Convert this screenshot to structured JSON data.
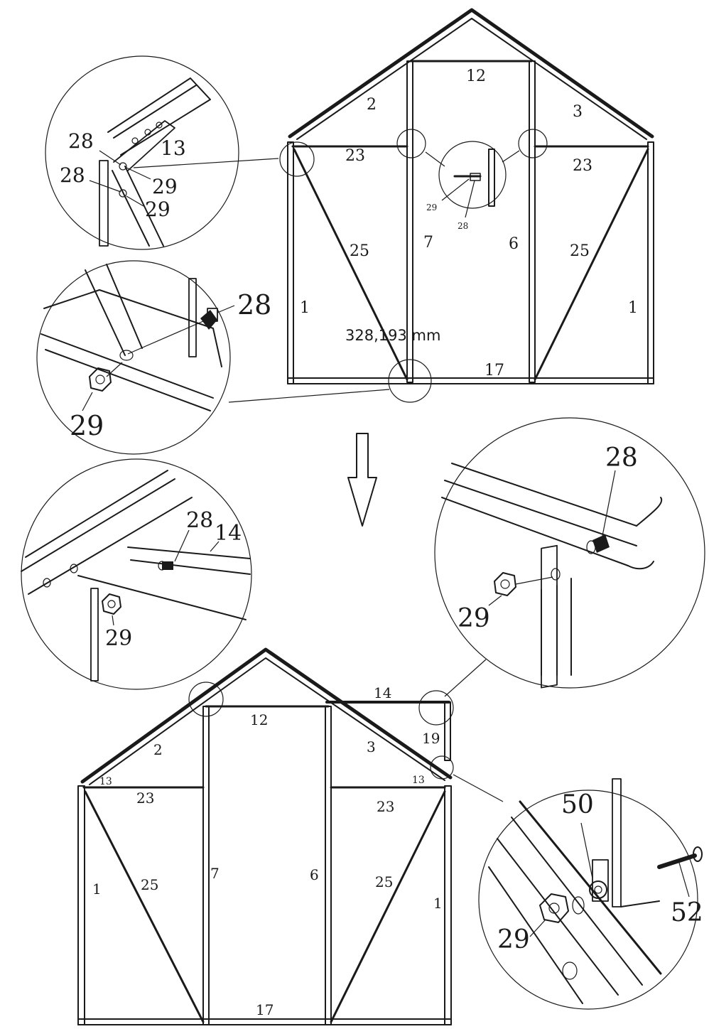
{
  "measurement": "328,193 mm",
  "top_frame": {
    "labels": [
      "12",
      "2",
      "3",
      "23",
      "23",
      "25",
      "25",
      "7",
      "6",
      "1",
      "1",
      "17"
    ],
    "inset_labels": [
      "29",
      "28"
    ]
  },
  "detail_top_left": {
    "labels": [
      "28",
      "13",
      "28",
      "29",
      "29"
    ]
  },
  "detail_mid_left": {
    "labels": [
      "28",
      "29"
    ]
  },
  "detail_left_lower": {
    "labels": [
      "28",
      "14",
      "29"
    ]
  },
  "detail_right_upper": {
    "labels": [
      "28",
      "29"
    ]
  },
  "bottom_frame": {
    "labels": [
      "14",
      "12",
      "19",
      "2",
      "3",
      "13",
      "13",
      "23",
      "23",
      "1",
      "25",
      "7",
      "6",
      "25",
      "1",
      "17"
    ]
  },
  "detail_bottom_right": {
    "labels": [
      "50",
      "52",
      "29"
    ]
  }
}
